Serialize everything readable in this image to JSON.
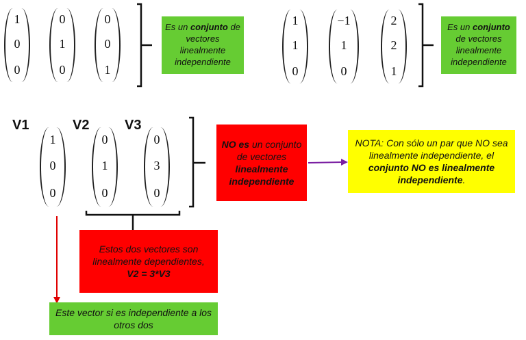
{
  "group1": {
    "vectors": [
      [
        "1",
        "0",
        "0"
      ],
      [
        "0",
        "1",
        "0"
      ],
      [
        "0",
        "0",
        "1"
      ]
    ],
    "note": {
      "pre": "Es un ",
      "bold": "conjunto",
      "post": " de vectores linealmente independiente"
    }
  },
  "group2": {
    "vectors": [
      [
        "1",
        "1",
        "0"
      ],
      [
        "−1",
        "1",
        "0"
      ],
      [
        "2",
        "2",
        "1"
      ]
    ],
    "note": {
      "pre": "Es un ",
      "bold": "conjunto",
      "post": " de vectores linealmente independiente"
    }
  },
  "group3": {
    "labels": [
      "V1",
      "V2",
      "V3"
    ],
    "vectors": [
      [
        "1",
        "0",
        "0"
      ],
      [
        "0",
        "1",
        "0"
      ],
      [
        "0",
        "3",
        "0"
      ]
    ],
    "note": {
      "bold1": "NO es",
      "mid": " un conjunto de vectores ",
      "bold2": "linealmente independiente"
    }
  },
  "nota": {
    "p1": "NOTA: Con sólo un par que NO sea linealmente independiente, el ",
    "b1": "conjunto NO es linealmente independiente",
    "p2": "."
  },
  "dependent_note": {
    "line": "Estos dos vectores son linealmente dependientes,",
    "eq": "V2 = 3*V3"
  },
  "independent_note": "Este vector si es independiente a los otros dos",
  "colors": {
    "green": "#66cc33",
    "red": "#ff0000",
    "yellow": "#ffff00",
    "arrow_red": "#e00000",
    "arrow_purple": "#7a1fa2"
  }
}
